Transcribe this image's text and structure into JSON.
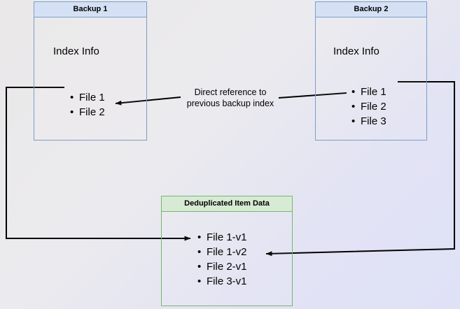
{
  "diagram": {
    "background_left": "#eae8e8",
    "background_right": "#dfe1f7",
    "blue_border": "#7c9dc9",
    "blue_header_fill": "#d4e1f5",
    "green_border": "#76b76c",
    "green_header_fill": "#d7ead3",
    "line_color": "#000000"
  },
  "backup1": {
    "title": "Backup 1",
    "section_label": "Index Info",
    "files": [
      "File 1",
      "File 2"
    ]
  },
  "backup2": {
    "title": "Backup 2",
    "section_label": "Index Info",
    "files": [
      "File 1",
      "File 2",
      "File 3"
    ]
  },
  "dedup": {
    "title": "Deduplicated Item Data",
    "items": [
      "File 1-v1",
      "File 1-v2",
      "File 2-v1",
      "File 3-v1"
    ]
  },
  "caption": {
    "text": "Direct reference to\nprevious backup index"
  }
}
